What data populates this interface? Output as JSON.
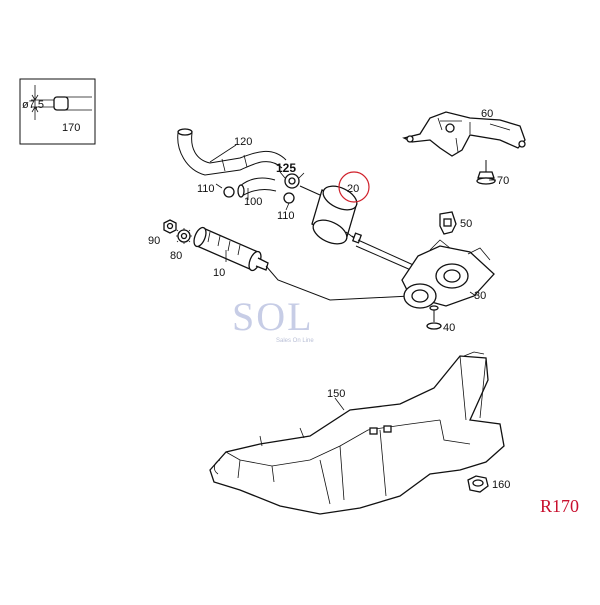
{
  "legend_box": {
    "diameter_label": "ø7,5",
    "length_label": "170"
  },
  "callouts": {
    "c10": "10",
    "c20": "20",
    "c30": "30",
    "c40": "40",
    "c50": "50",
    "c60": "60",
    "c70": "70",
    "c80": "80",
    "c90": "90",
    "c100": "100",
    "c110a": "110",
    "c110b": "110",
    "c120": "120",
    "c125": "125",
    "c150": "150",
    "c160": "160"
  },
  "highlight": {
    "part": "20",
    "color": "#d0202a"
  },
  "watermark": {
    "brand": "SOL",
    "tagline": "Sales On Line"
  },
  "model_code": "R170",
  "colors": {
    "ink": "#111111",
    "model_text": "#c8102e",
    "watermark": "#c7cde6"
  }
}
